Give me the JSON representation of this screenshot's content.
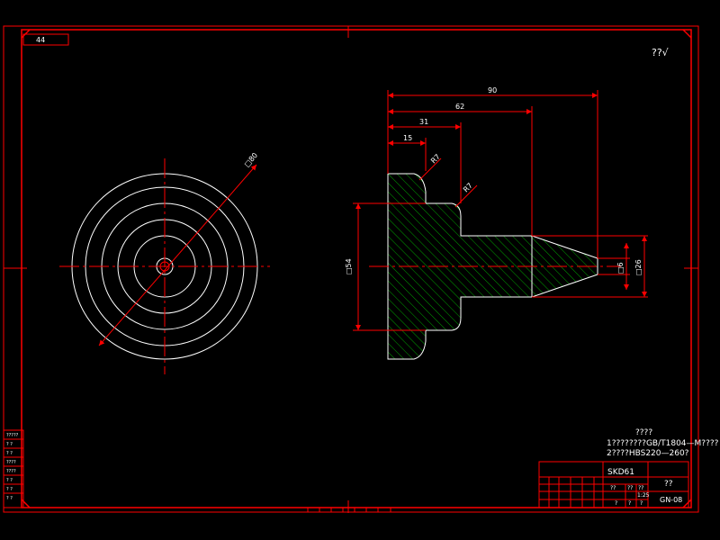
{
  "colors": {
    "background": "#000000",
    "frame": "#ff0000",
    "geometry": "#ffffff",
    "hatch": "#00a000",
    "text": "#ffffff"
  },
  "corner_tag": "44",
  "roughness_mark": "??√",
  "front_view": {
    "diameter_label": "□80"
  },
  "section_view": {
    "dims": {
      "d90": "90",
      "d62": "62",
      "d31": "31",
      "d15": "15",
      "r_outer": "R7",
      "r_inner": "R7",
      "dia54": "□54",
      "dia6": "□6",
      "dia26": "□26"
    }
  },
  "notes": {
    "title": "????",
    "line1": "1????????GB/T1804—M????",
    "line2": "2????HBS220—260?"
  },
  "title_block": {
    "material": "SKD61",
    "part": "??",
    "drawing_no": "GN-08",
    "scale": "1:25",
    "small_a": "??",
    "small_b": "??",
    "small_c": "??",
    "sheet_a": "?",
    "sheet_b": "?",
    "sheet_c": "?"
  },
  "side_table": {
    "rows": [
      "?????",
      "? ?",
      "? ?",
      "????",
      "????",
      "? ?",
      "? ?",
      "? ?"
    ]
  }
}
